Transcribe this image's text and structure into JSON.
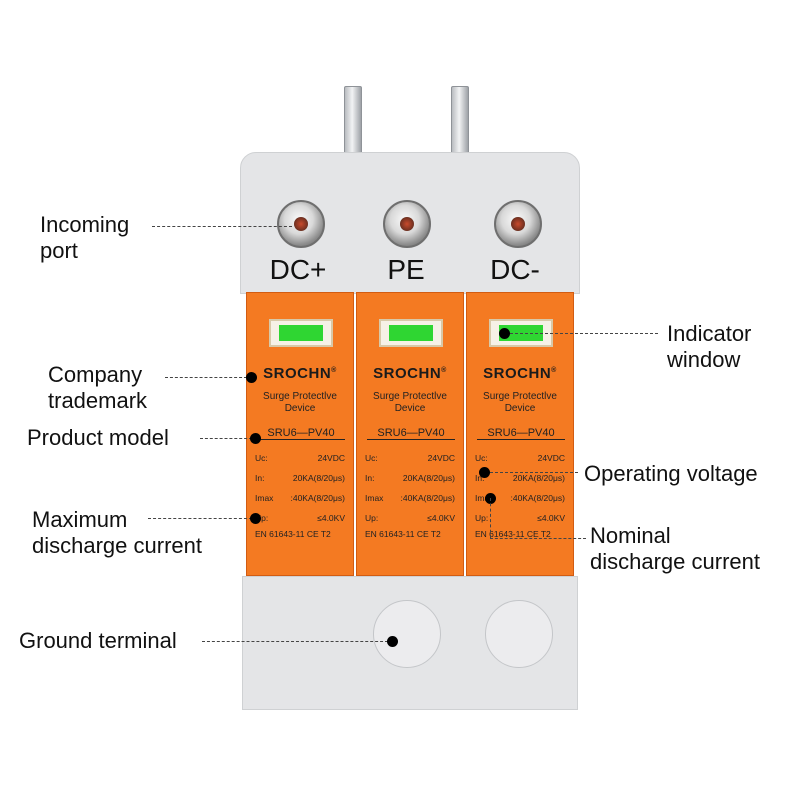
{
  "device": {
    "terminals": [
      "DC+",
      "PE",
      "DC-"
    ],
    "module": {
      "brand": "SROCHN",
      "brand_mark": "®",
      "description_line1": "Surge Protectlve",
      "description_line2": "Device",
      "model": "SRU6—PV40",
      "specs": [
        {
          "key": "Uc:",
          "value": "24VDC"
        },
        {
          "key": "In:",
          "value": "20KA(8/20μs)"
        },
        {
          "key": "Imax",
          "value": ":40KA(8/20μs)"
        },
        {
          "key": "Up:",
          "value": "≤4.0KV"
        }
      ],
      "standard": "EN 61643-11",
      "marks": "CE T2"
    },
    "indicator_color": "#2fd632",
    "body_color": "#f47a22"
  },
  "callouts": {
    "incoming_port": [
      "Incoming",
      "port"
    ],
    "indicator_window": [
      "Indicator",
      "window"
    ],
    "company_trademark": [
      "Company",
      "trademark"
    ],
    "product_model": "Product model",
    "operating_voltage": "Operating voltage",
    "maximum_discharge_current": [
      "Maximum",
      "discharge current"
    ],
    "nominal_discharge_current": [
      "Nominal",
      "discharge current"
    ],
    "ground_terminal": "Ground terminal"
  }
}
